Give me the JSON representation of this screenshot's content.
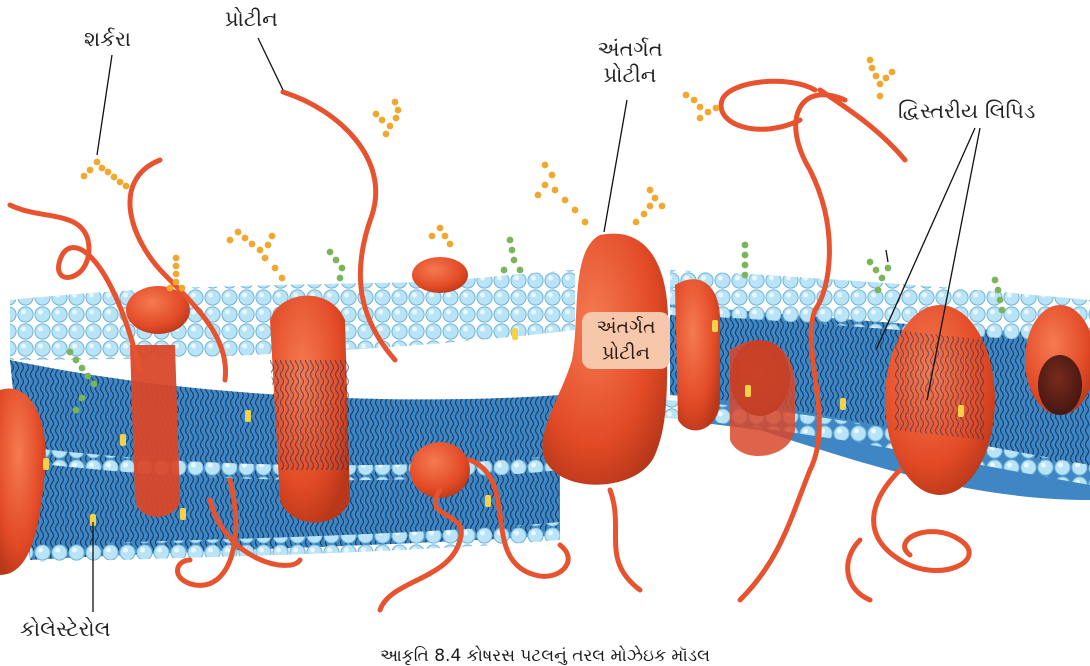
{
  "labels": {
    "sugar": "શર્કરા",
    "protein": "પ્રોટીન",
    "integral_protein_top_line1": "અંતર્ગત",
    "integral_protein_top_line2": "પ્રોટીન",
    "lipid_bilayer": "દ્વિસ્તરીય લિપિડ",
    "integral_protein_inner_line1": "અંતર્ગત",
    "integral_protein_inner_line2": "પ્રોટીન",
    "cholesterol": "કોલેસ્ટેરોલ"
  },
  "caption": "આકૃતિ 8.4  કોષરસ પટલનું તરલ મોઝેઇક મૉડલ",
  "colors": {
    "lipid_head": "#8fd0ee",
    "lipid_tail_band": "#3e86c4",
    "protein": "#e8532f",
    "protein_dark": "#b83418",
    "glyco_orange": "#f0a830",
    "glyco_green": "#7ab55c",
    "cholesterol": "#f2d24a",
    "leader_line": "#111111"
  }
}
